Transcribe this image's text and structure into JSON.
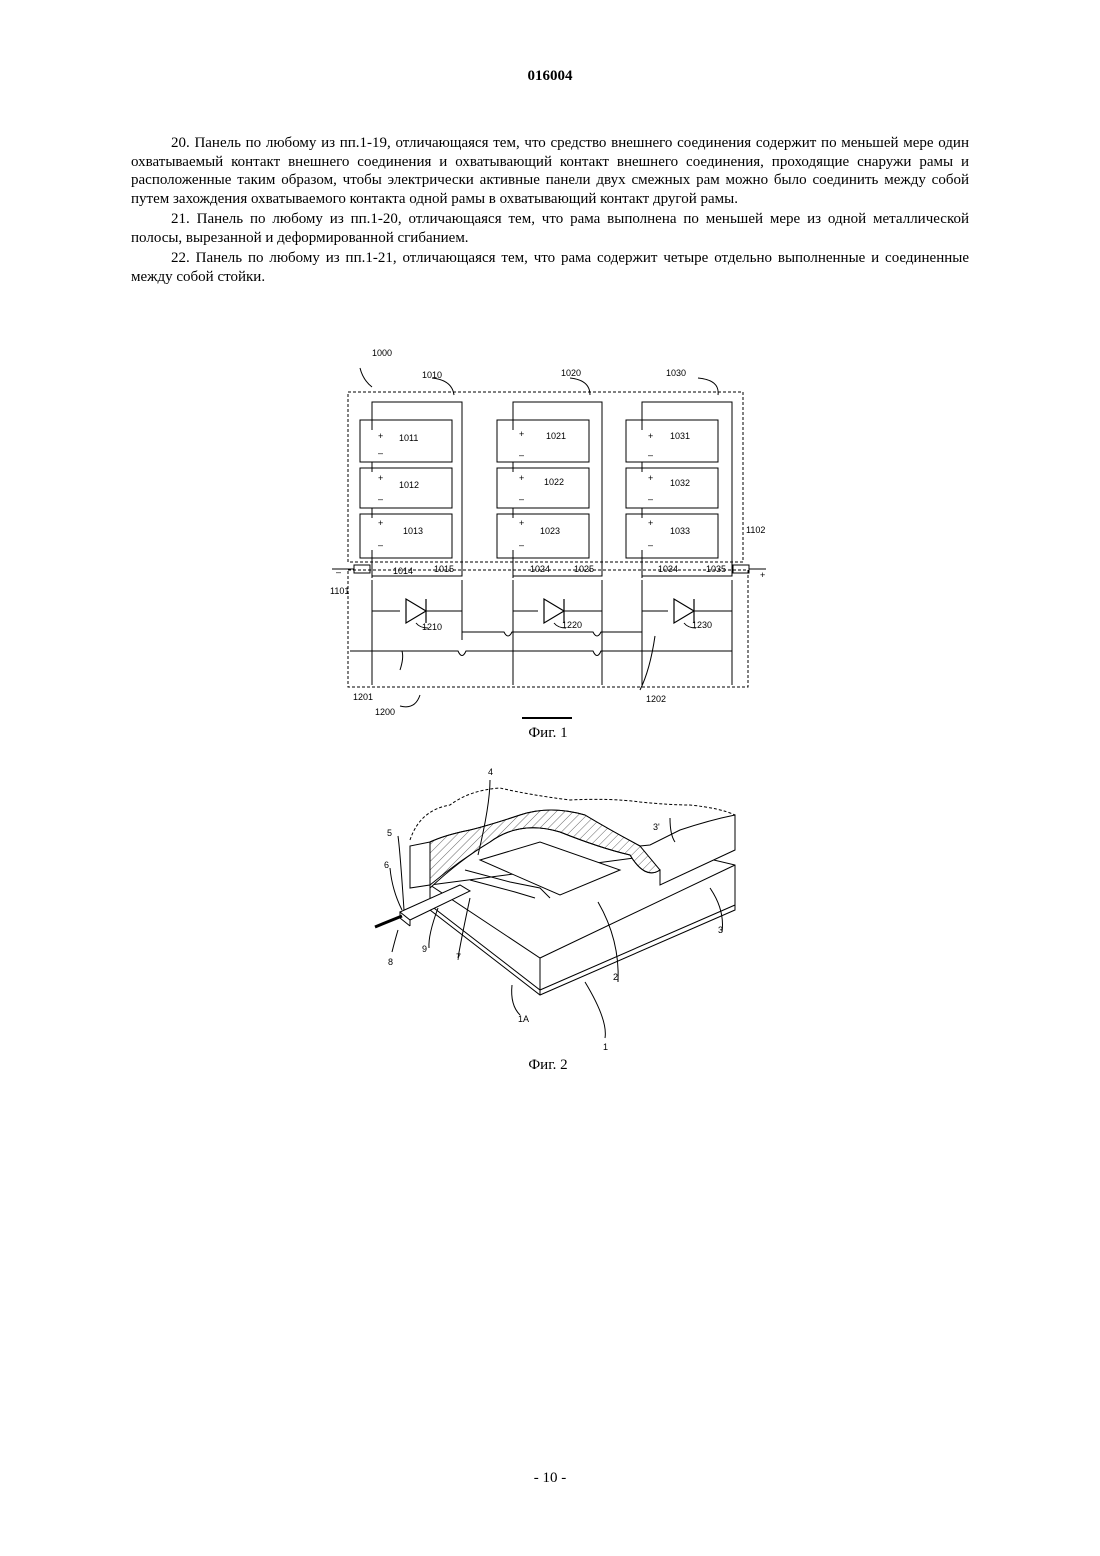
{
  "page": {
    "header": "016004",
    "footer": "- 10 -"
  },
  "claims": [
    "20. Панель по любому из пп.1-19, отличающаяся тем, что средство внешнего соединения содержит по меньшей мере один охватываемый контакт внешнего соединения и охватывающий контакт внешнего соединения, проходящие снаружи рамы и расположенные таким образом, чтобы электрически активные панели двух смежных рам можно было соединить между собой путем захождения охватываемого контакта одной рамы в охватывающий контакт другой рамы.",
    "21. Панель по любому из пп.1-20, отличающаяся тем, что рама выполнена по меньшей мере из одной металлической полосы, вырезанной и деформированной сгибанием.",
    "22. Панель по любому из пп.1-21, отличающаяся тем, что рама содержит четыре отдельно выполненные и соединенные между собой стойки."
  ],
  "figure1": {
    "caption": "Фиг. 1",
    "labels": {
      "l1000": "1000",
      "l1010": "1010",
      "l1020": "1020",
      "l1030": "1030",
      "l1011": "1011",
      "l1012": "1012",
      "l1013": "1013",
      "l1021": "1021",
      "l1022": "1022",
      "l1023": "1023",
      "l1031": "1031",
      "l1032": "1032",
      "l1033": "1033",
      "l1014": "1014",
      "l1015": "1015",
      "l1024": "1024",
      "l1025": "1025",
      "l1034": "1034",
      "l1035": "1035",
      "l1101": "1101",
      "l1102": "1102",
      "l1210": "1210",
      "l1220": "1220",
      "l1230": "1230",
      "l1201": "1201",
      "l1202": "1202",
      "l1200": "1200",
      "plus": "+",
      "minus": "–"
    }
  },
  "figure2": {
    "caption": "Фиг. 2",
    "labels": {
      "l1": "1",
      "l1A": "1A",
      "l2": "2",
      "l3": "3",
      "l3p": "3'",
      "l4": "4",
      "l5": "5",
      "l6": "6",
      "l7": "7",
      "l8": "8",
      "l9": "9"
    }
  }
}
